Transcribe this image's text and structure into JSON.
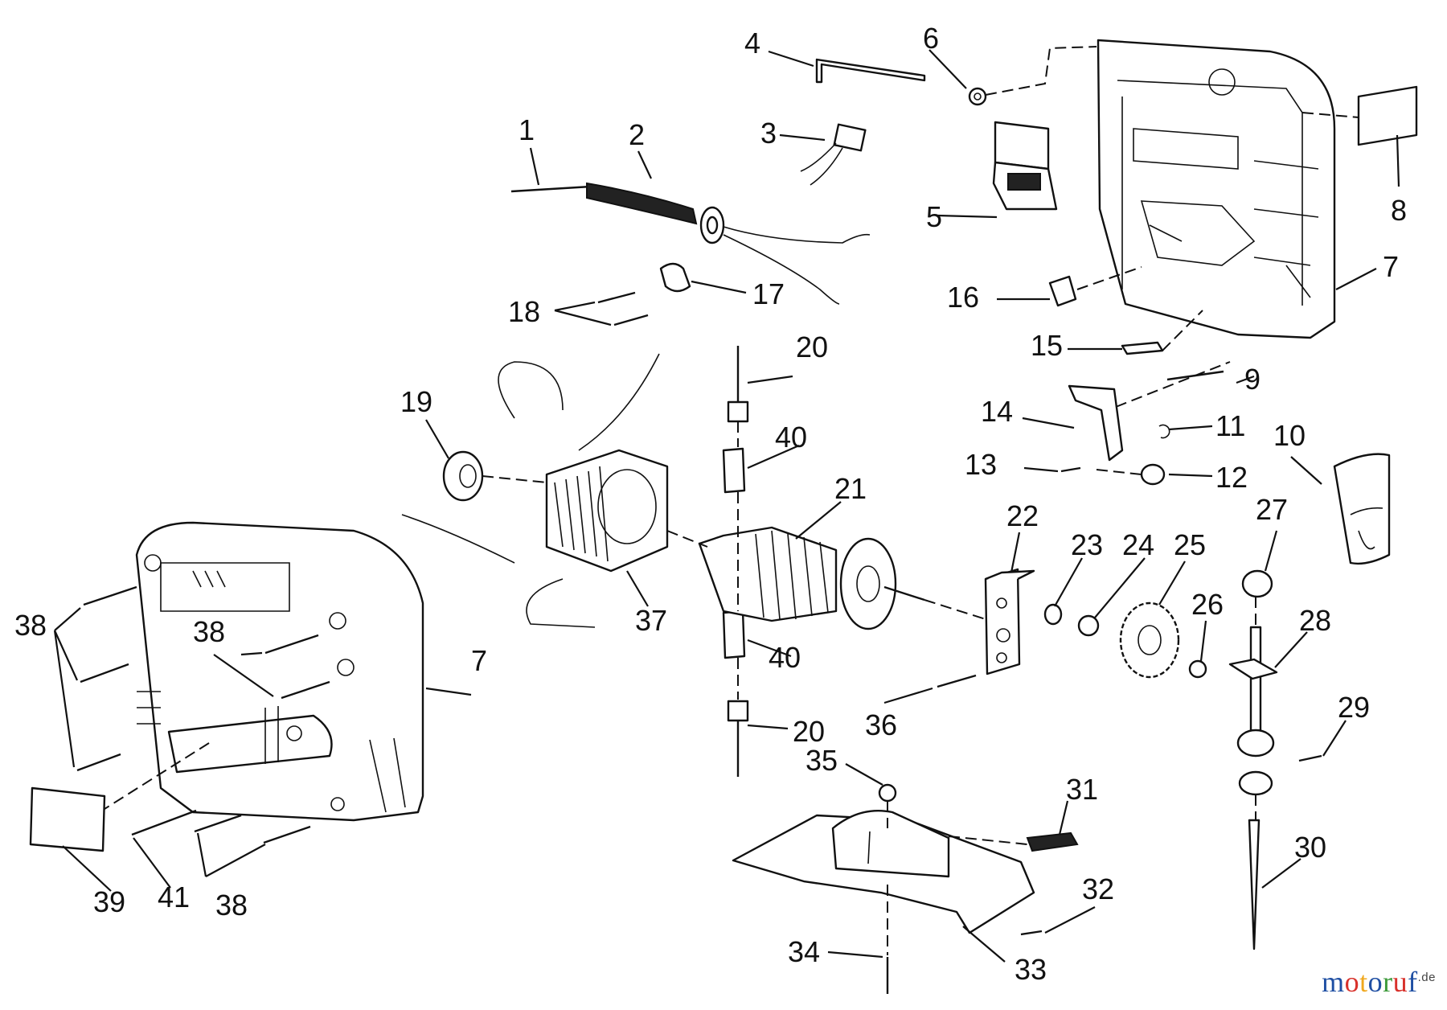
{
  "callouts": [
    {
      "id": "p1",
      "text": "1"
    },
    {
      "id": "p2",
      "text": "2"
    },
    {
      "id": "p3",
      "text": "3"
    },
    {
      "id": "p4",
      "text": "4"
    },
    {
      "id": "p5",
      "text": "5"
    },
    {
      "id": "p6",
      "text": "6"
    },
    {
      "id": "p7a",
      "text": "7"
    },
    {
      "id": "p7b",
      "text": "7"
    },
    {
      "id": "p8",
      "text": "8"
    },
    {
      "id": "p9",
      "text": "9"
    },
    {
      "id": "p10",
      "text": "10"
    },
    {
      "id": "p11",
      "text": "11"
    },
    {
      "id": "p12",
      "text": "12"
    },
    {
      "id": "p13",
      "text": "13"
    },
    {
      "id": "p14",
      "text": "14"
    },
    {
      "id": "p15",
      "text": "15"
    },
    {
      "id": "p16",
      "text": "16"
    },
    {
      "id": "p17",
      "text": "17"
    },
    {
      "id": "p18",
      "text": "18"
    },
    {
      "id": "p19",
      "text": "19"
    },
    {
      "id": "p20a",
      "text": "20"
    },
    {
      "id": "p20b",
      "text": "20"
    },
    {
      "id": "p21",
      "text": "21"
    },
    {
      "id": "p22",
      "text": "22"
    },
    {
      "id": "p23",
      "text": "23"
    },
    {
      "id": "p24",
      "text": "24"
    },
    {
      "id": "p25",
      "text": "25"
    },
    {
      "id": "p26",
      "text": "26"
    },
    {
      "id": "p27",
      "text": "27"
    },
    {
      "id": "p28",
      "text": "28"
    },
    {
      "id": "p29",
      "text": "29"
    },
    {
      "id": "p30",
      "text": "30"
    },
    {
      "id": "p31",
      "text": "31"
    },
    {
      "id": "p32",
      "text": "32"
    },
    {
      "id": "p33",
      "text": "33"
    },
    {
      "id": "p34",
      "text": "34"
    },
    {
      "id": "p35",
      "text": "35"
    },
    {
      "id": "p36",
      "text": "36"
    },
    {
      "id": "p37",
      "text": "37"
    },
    {
      "id": "p38a",
      "text": "38"
    },
    {
      "id": "p38b",
      "text": "38"
    },
    {
      "id": "p38c",
      "text": "38"
    },
    {
      "id": "p39",
      "text": "39"
    },
    {
      "id": "p40a",
      "text": "40"
    },
    {
      "id": "p40b",
      "text": "40"
    },
    {
      "id": "p41",
      "text": "41"
    }
  ],
  "watermark": {
    "letters": [
      {
        "ch": "m",
        "color": "#1f4fa3"
      },
      {
        "ch": "o",
        "color": "#d8312b"
      },
      {
        "ch": "t",
        "color": "#f0a81e"
      },
      {
        "ch": "o",
        "color": "#1f4fa3"
      },
      {
        "ch": "r",
        "color": "#3c9a3a"
      },
      {
        "ch": "u",
        "color": "#d8312b"
      },
      {
        "ch": "f",
        "color": "#1f4fa3"
      }
    ],
    "suffix": ".de"
  }
}
